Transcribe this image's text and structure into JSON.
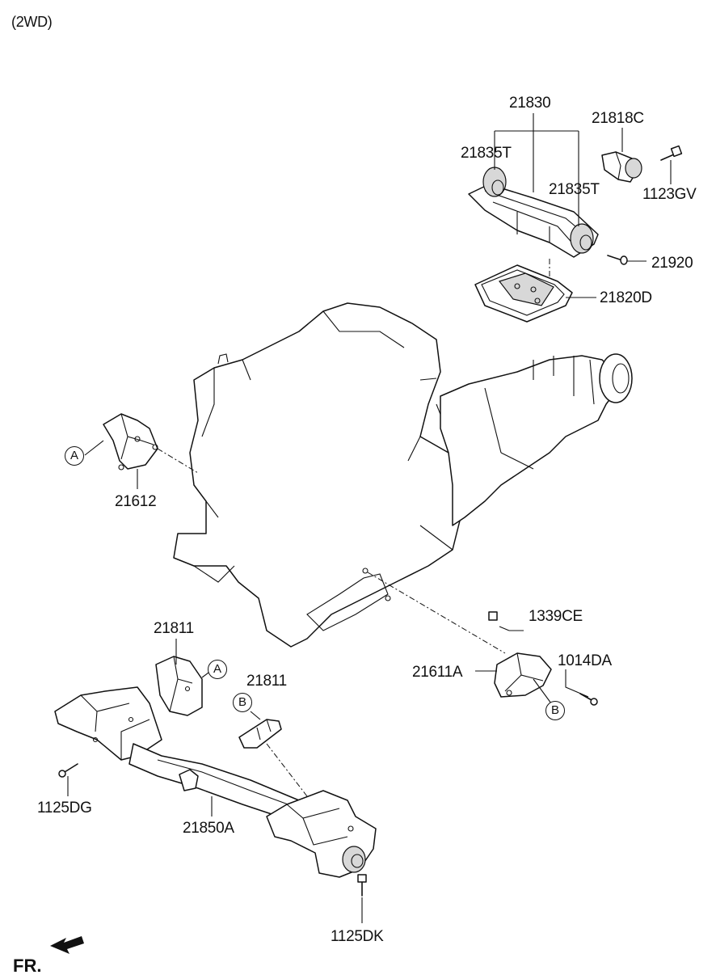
{
  "title": "(2WD)",
  "front_marker": "FR.",
  "callouts": {
    "a_left": "A",
    "a_bracket": "A",
    "b_insulator": "B",
    "b_mount": "B"
  },
  "labels": {
    "p21830": "21830",
    "p21818C": "21818C",
    "p21835T_left": "21835T",
    "p21835T_right": "21835T",
    "p1123GV": "1123GV",
    "p21920": "21920",
    "p21820D": "21820D",
    "p21612": "21612",
    "p1339CE": "1339CE",
    "p21811_top": "21811",
    "p1014DA": "1014DA",
    "p21611A": "21611A",
    "p21811_mid": "21811",
    "p1125DG": "1125DG",
    "p21850A": "21850A",
    "p1125DK": "1125DK"
  }
}
